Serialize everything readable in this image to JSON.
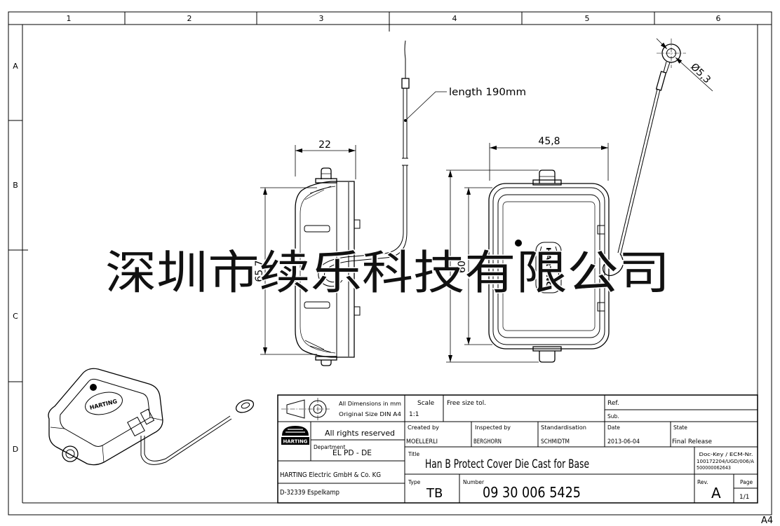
{
  "frame": {
    "columns": [
      "1",
      "2",
      "3",
      "4",
      "5",
      "6"
    ],
    "rows": [
      "A",
      "B",
      "C",
      "D"
    ],
    "sheet_size": "A4"
  },
  "dimensions": {
    "side_width": "22",
    "side_height": "65,7",
    "front_width": "45,8",
    "front_height": "60",
    "ring_diameter": "Ø5,3",
    "cable_length": "length 190mm"
  },
  "logo_text": "HARTING",
  "watermark": "深圳市续乐科技有限公司",
  "title_block": {
    "units_note": "All Dimensions in mm",
    "size_note": "Original Size DIN A4",
    "rights": "All rights reserved",
    "department_label": "Department",
    "department": "EL PD - DE",
    "company": "HARTING Electric GmbH & Co. KG",
    "address": "D-32339 Espelkamp",
    "scale_label": "Scale",
    "scale": "1:1",
    "tolerance": "Free size tol.",
    "ref_label": "Ref.",
    "sub_label": "Sub.",
    "created_by_label": "Created by",
    "created_by": "MOELLERLI",
    "inspected_by_label": "Inspected by",
    "inspected_by": "BERGHORN",
    "standardisation_label": "Standardisation",
    "standardisation": "SCHMIDTM",
    "date_label": "Date",
    "date": "2013-06-04",
    "state_label": "State",
    "state": "Final Release",
    "title_label": "Title",
    "title": "Han B Protect Cover Die Cast for Base",
    "doc_key_label": "Doc-Key / ECM-Nr.",
    "doc_key": "100172204/UGD/006/A",
    "ecm_nr": "500000062643",
    "type_label": "Type",
    "type": "TB",
    "number_label": "Number",
    "number": "09 30 006 5425",
    "rev_label": "Rev.",
    "rev": "A",
    "page_label": "Page",
    "page": "1/1"
  }
}
